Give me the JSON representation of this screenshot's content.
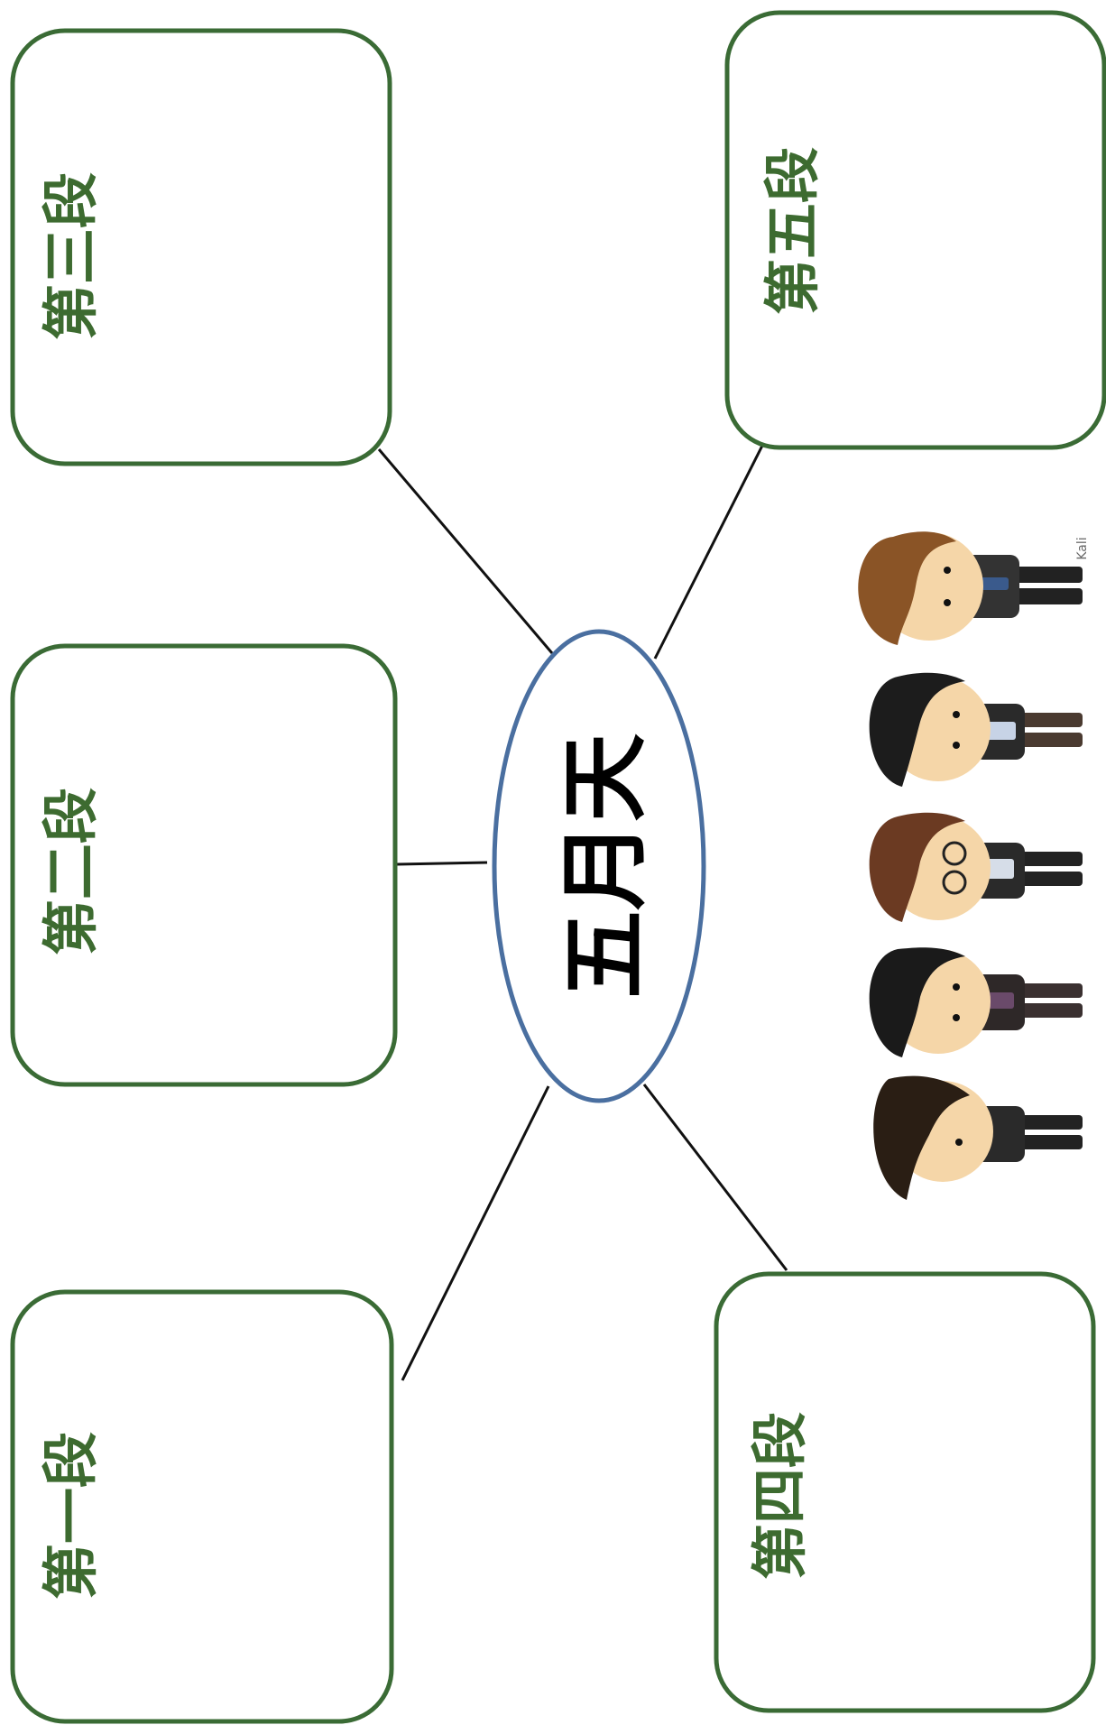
{
  "diagram": {
    "center_label": "五月天",
    "boxes": {
      "first": "第一段",
      "second": "第二段",
      "third": "第三段",
      "fourth": "第四段",
      "fifth": "第五段"
    },
    "colors": {
      "box_border": "#3a6b35",
      "box_text": "#3d6b30",
      "ellipse_border": "#4a6fa0",
      "connector": "#111111"
    },
    "illustration": {
      "description_icon": "five-chibi-band-members",
      "signature": "Kali"
    }
  }
}
